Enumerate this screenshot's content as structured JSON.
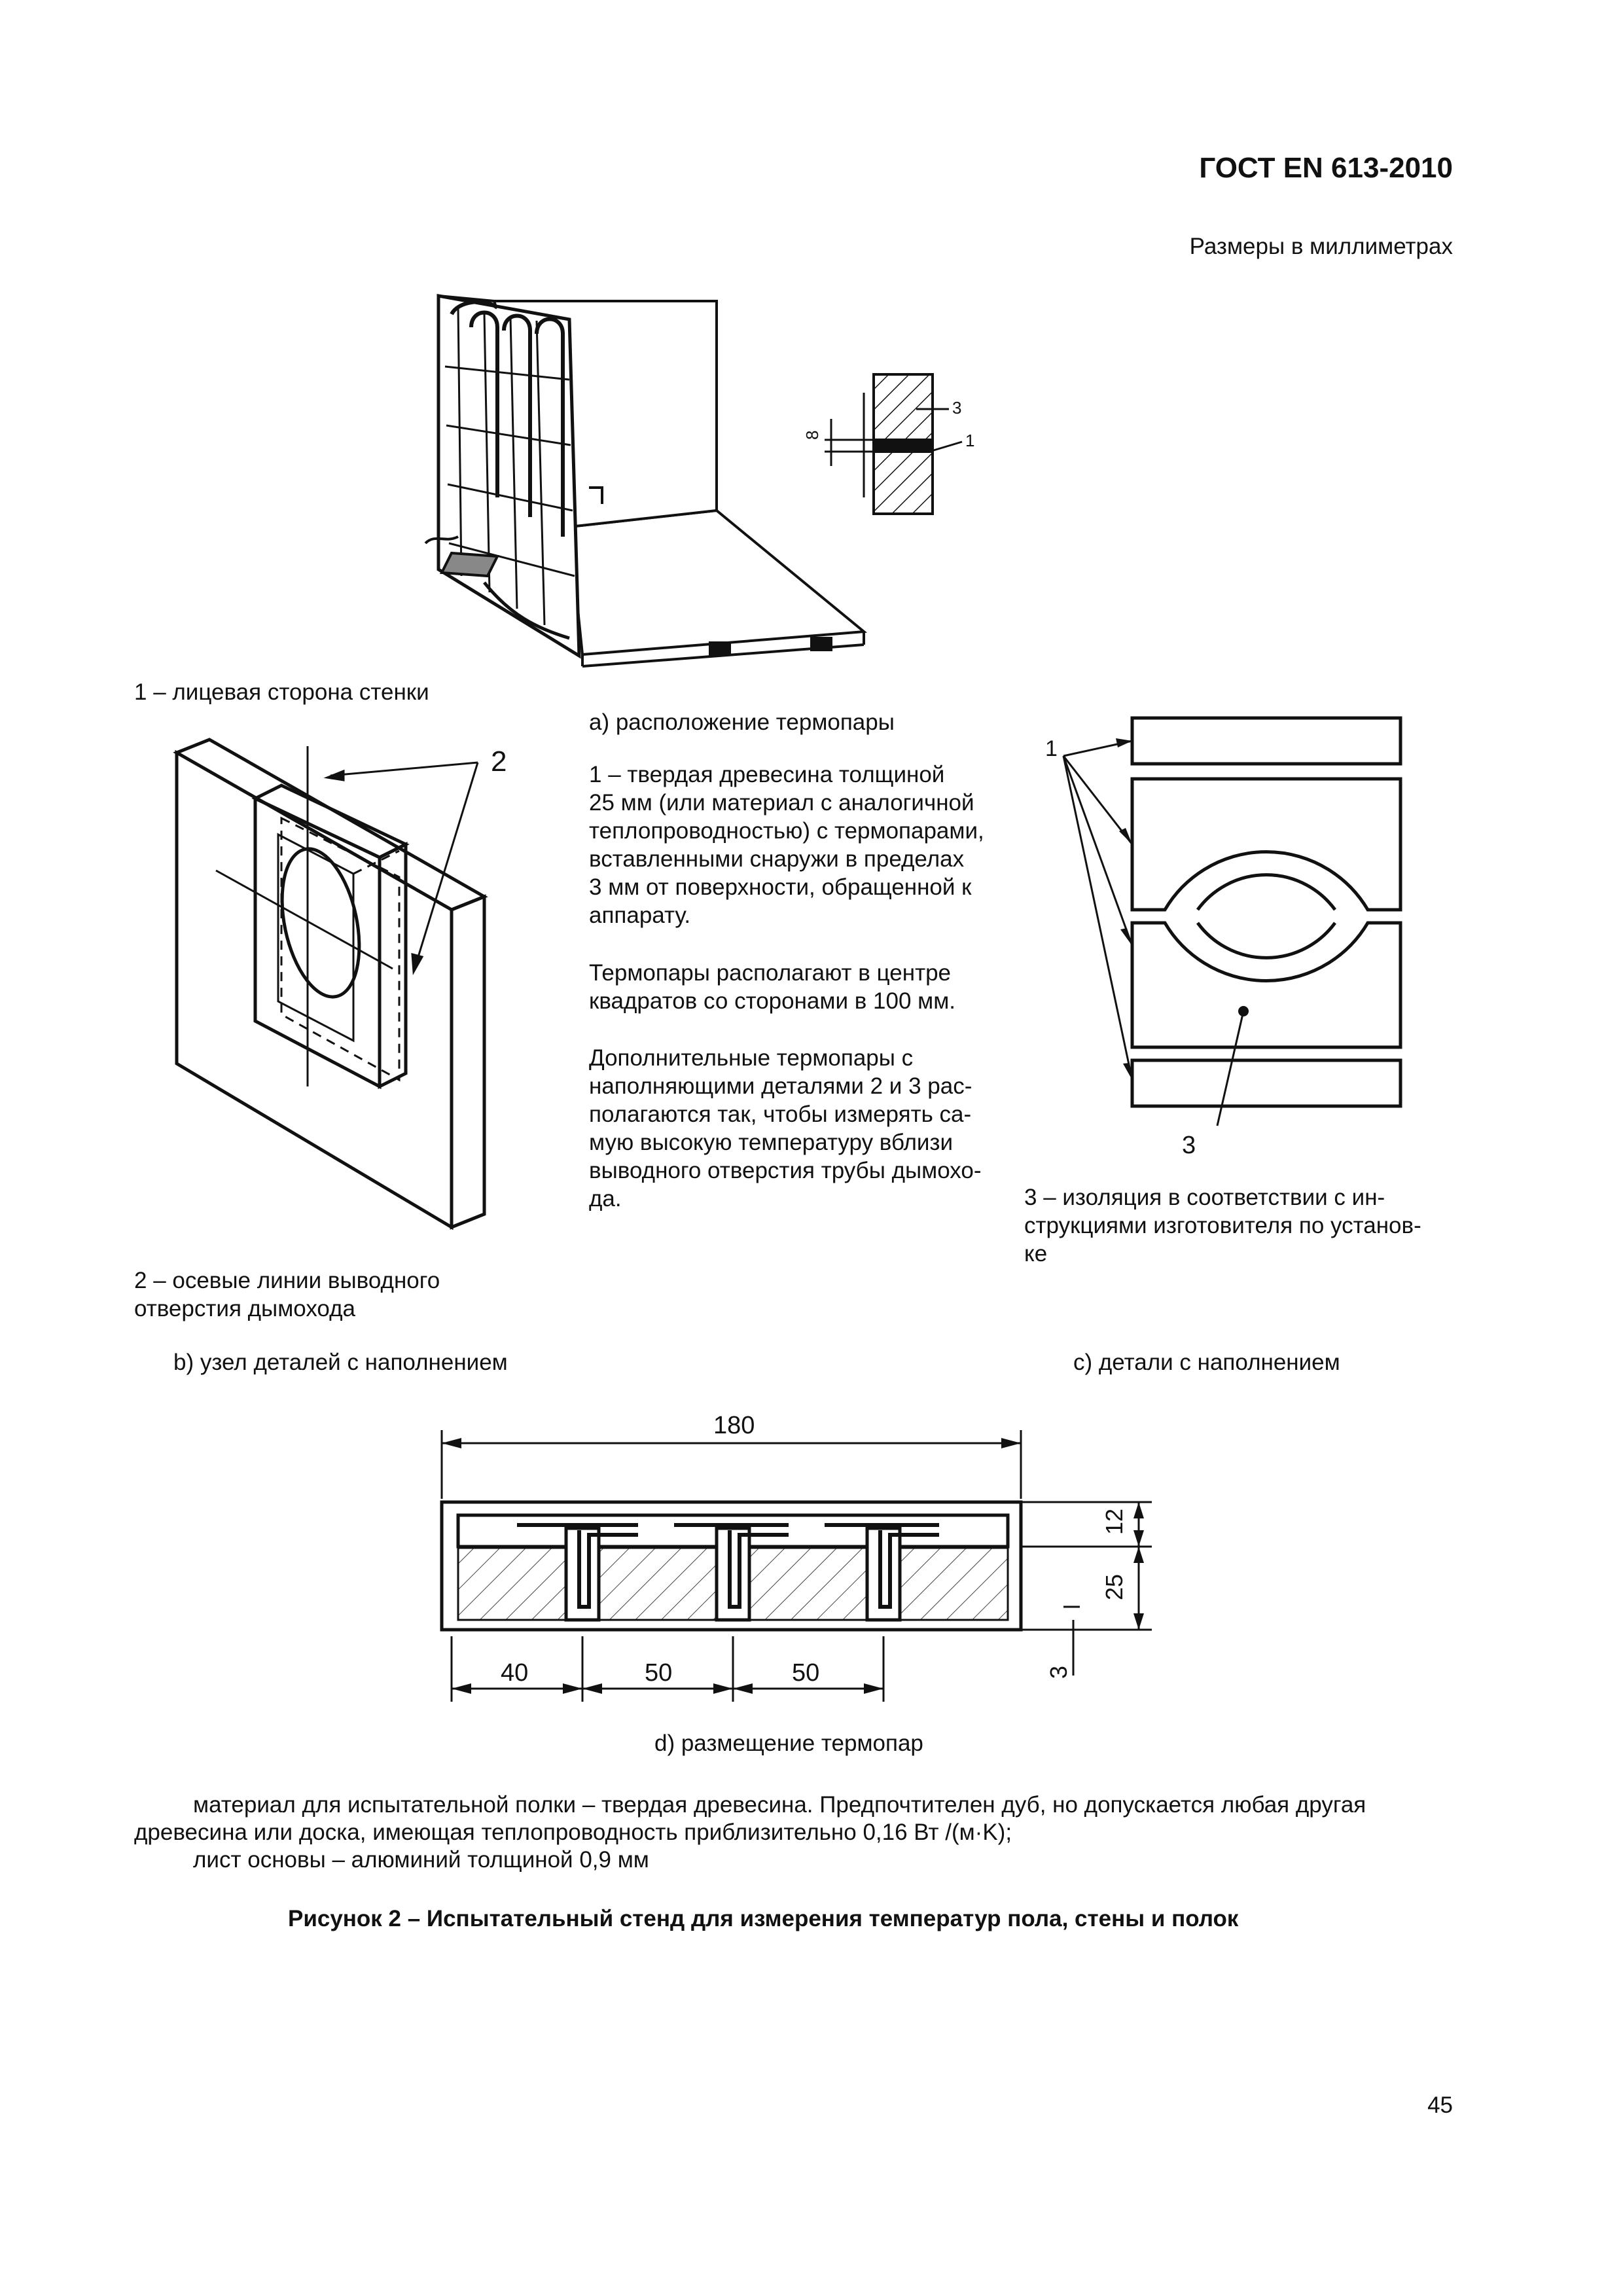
{
  "header": {
    "doc_code": "ГОСТ EN 613-2010",
    "units_note": "Размеры в миллиметрах"
  },
  "fig_a": {
    "caption": "а) расположение термопары",
    "label_1": "1 – лицевая сторона стенки",
    "detail_labels": [
      "8",
      "3",
      "1"
    ],
    "description": [
      "1 – твердая древесина толщиной\n25 мм (или материал с аналогичной\nтеплопроводностью) с термопарами,\nвставленными снаружи в пределах\n3 мм от поверхности, обращенной к\nаппарату.",
      "Термопары располагают в центре\nквадратов со сторонами в 100 мм.",
      "Дополнительные термопары с\nнаполняющими деталями 2 и 3 рас-\nполагаются так, чтобы измерять са-\nмую высокую температуру вблизи\nвыводного отверстия трубы дымохо-\nда."
    ]
  },
  "fig_b": {
    "callout": "2",
    "label_2": "2 – осевые линии выводного\nотверстия дымохода",
    "caption": "b) узел деталей с наполнением"
  },
  "fig_c": {
    "callout_1": "1",
    "callout_3": "3",
    "label_3": "3 – изоляция в соответствии с ин-\nструкциями изготовителя по установ-\nке",
    "caption": "c) детали с наполнением"
  },
  "fig_d": {
    "dims": {
      "total": "180",
      "d1": "40",
      "d2": "50",
      "d3": "50",
      "h1": "12",
      "h2": "25",
      "h3": "3"
    },
    "caption": "d) размещение термопар"
  },
  "notes": [
    "материал для испытательной полки – твердая древесина. Предпочтителен дуб, но допускается любая другая",
    "древесина или доска, имеющая теплопроводность приблизительно 0,16 Вт /(м·K);",
    "лист основы – алюминий толщиной 0,9 мм"
  ],
  "figure_title": "Рисунок 2 – Испытательный стенд для измерения температур пола, стены и полок",
  "page_number": "45"
}
